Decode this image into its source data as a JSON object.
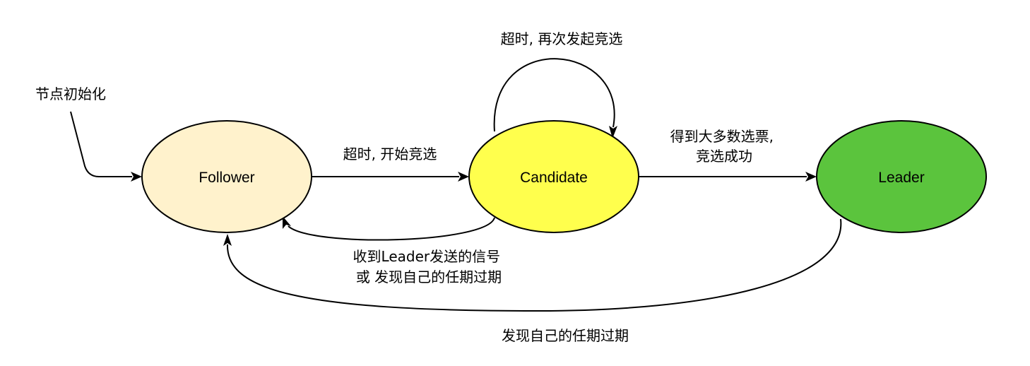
{
  "states": {
    "follower": {
      "label": "Follower",
      "fill": "#FFF2CC"
    },
    "candidate": {
      "label": "Candidate",
      "fill": "#FFFF4D"
    },
    "leader": {
      "label": "Leader",
      "fill": "#5BC43D"
    }
  },
  "edges": {
    "init": {
      "label": "节点初始化"
    },
    "follower_to_candidate": {
      "label": "超时, 开始竞选"
    },
    "candidate_self": {
      "label": "超时, 再次发起竞选"
    },
    "candidate_to_leader": {
      "lines": [
        "得到大多数选票,",
        "竞选成功"
      ]
    },
    "candidate_to_follower": {
      "lines": [
        "收到Leader发送的信号",
        "或 发现自己的任期过期"
      ]
    },
    "leader_to_follower": {
      "label": "发现自己的任期过期"
    }
  }
}
